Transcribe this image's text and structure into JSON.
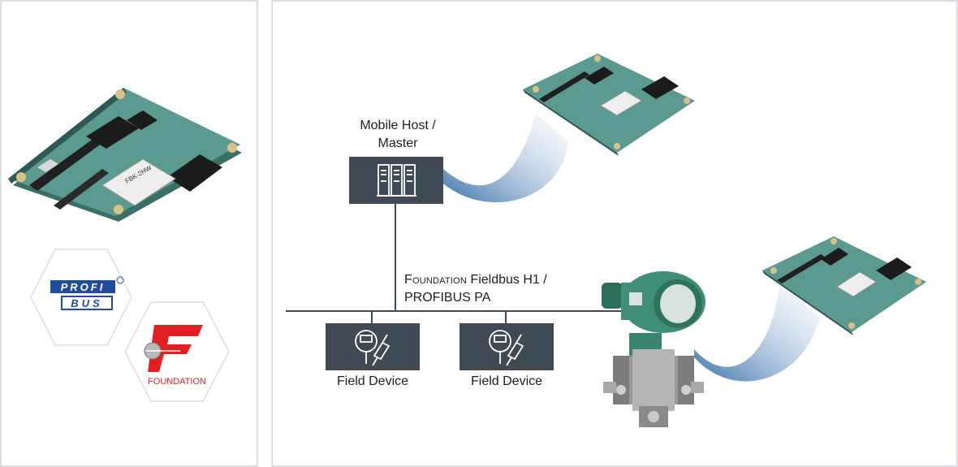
{
  "diagram": {
    "host_label_line1": "Mobile Host /",
    "host_label_line2": "Master",
    "bus_label_line1_sc": "Foundation",
    "bus_label_line1_rest": " Fieldbus H1 /",
    "bus_label_line2": "PROFIBUS PA",
    "field_device_1": "Field Device",
    "field_device_2": "Field Device"
  },
  "boards": {
    "chip_label": "FBK-2HW"
  },
  "logos": {
    "profibus_top": "PROFI",
    "profibus_bottom": "BUS",
    "foundation_text": "FOUNDATION"
  },
  "colors": {
    "box": "#3f4a54",
    "pcb": "#4e8f86",
    "profibus_blue": "#1f4c9e",
    "foundation_red": "#e31e24",
    "gradient_blue": "#6a9ac6"
  }
}
